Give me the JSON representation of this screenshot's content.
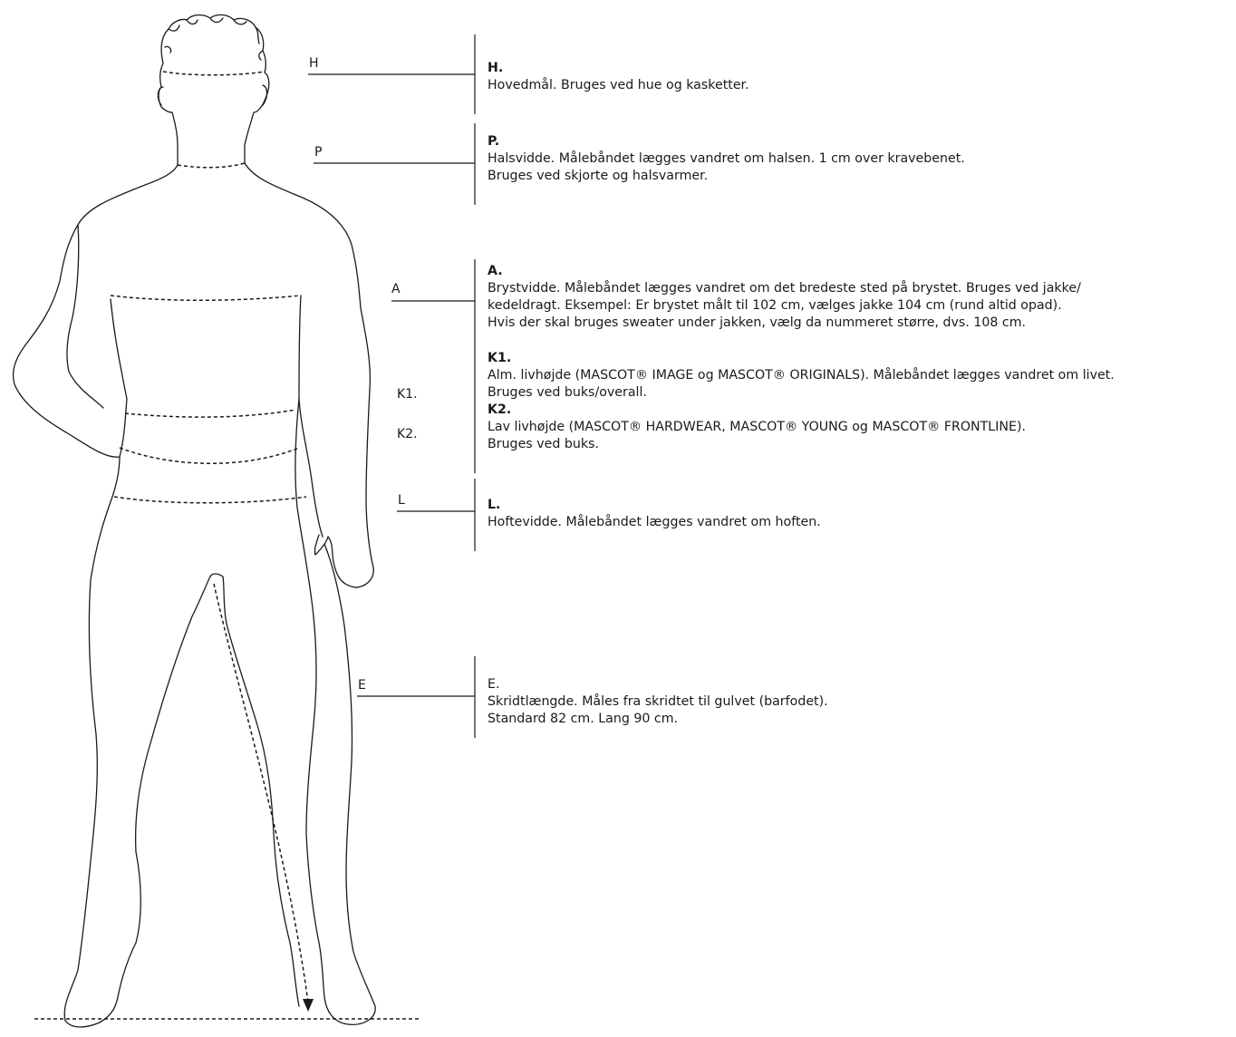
{
  "labels": {
    "H": "H",
    "P": "P",
    "A": "A",
    "K1": "K1.",
    "K2": "K2.",
    "L": "L",
    "E": "E"
  },
  "descriptions": {
    "H": {
      "title": "H.",
      "lines": [
        "Hovedmål. Bruges ved hue og kasketter."
      ]
    },
    "P": {
      "title": "P.",
      "lines": [
        "Halsvidde. Målebåndet lægges vandret om halsen. 1 cm over kravebenet.",
        "Bruges ved skjorte og halsvarmer."
      ]
    },
    "A": {
      "title": "A.",
      "lines": [
        "Brystvidde. Målebåndet lægges vandret om det bredeste sted på brystet. Bruges ved jakke/",
        "kedeldragt. Eksempel: Er brystet målt til 102 cm, vælges jakke 104 cm (rund altid opad).",
        "Hvis der skal bruges sweater under jakken, vælg da nummeret større, dvs. 108 cm."
      ]
    },
    "K1": {
      "title": "K1.",
      "lines": [
        "Alm. livhøjde (MASCOT® IMAGE og MASCOT® ORIGINALS). Målebåndet lægges vandret om livet.",
        "Bruges ved buks/overall."
      ]
    },
    "K2": {
      "title": "K2.",
      "lines": [
        "Lav livhøjde (MASCOT® HARDWEAR, MASCOT® YOUNG og MASCOT® FRONTLINE).",
        "Bruges ved buks."
      ]
    },
    "L": {
      "title": "L.",
      "lines": [
        "Hoftevidde. Målebåndet lægges vandret om hoften."
      ]
    },
    "E": {
      "title": "E.",
      "lines": [
        "Skridtlængde. Måles fra skridtet til gulvet (barfodet).",
        "Standard 82 cm. Lang 90 cm."
      ]
    }
  }
}
